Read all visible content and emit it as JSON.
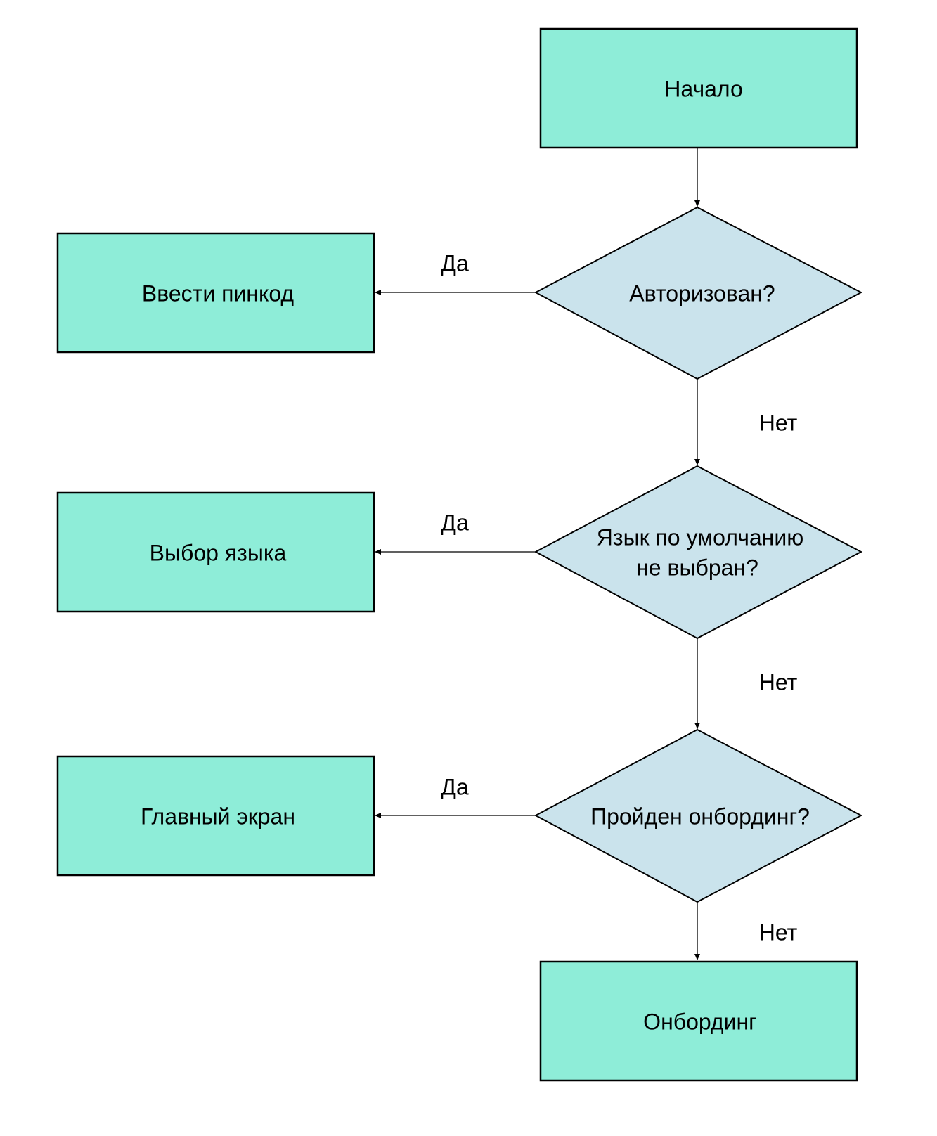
{
  "colors": {
    "process_fill": "#8EEDD8",
    "decision_fill": "#CAE3EC",
    "stroke": "#000000",
    "background": "#FFFFFF"
  },
  "nodes": {
    "start": {
      "label": "Начало"
    },
    "authorized": {
      "label": "Авторизован?"
    },
    "enter_pin": {
      "label": "Ввести пинкод"
    },
    "language_default": {
      "label_line1": "Язык по умолчанию",
      "label_line2": "не выбран?"
    },
    "language_select": {
      "label": "Выбор языка"
    },
    "onboarding_done": {
      "label": "Пройден онбординг?"
    },
    "main_screen": {
      "label": "Главный экран"
    },
    "onboarding": {
      "label": "Онбординг"
    }
  },
  "edges": {
    "yes_1": "Да",
    "no_1": "Нет",
    "yes_2": "Да",
    "no_2": "Нет",
    "yes_3": "Да",
    "no_3": "Нет"
  }
}
